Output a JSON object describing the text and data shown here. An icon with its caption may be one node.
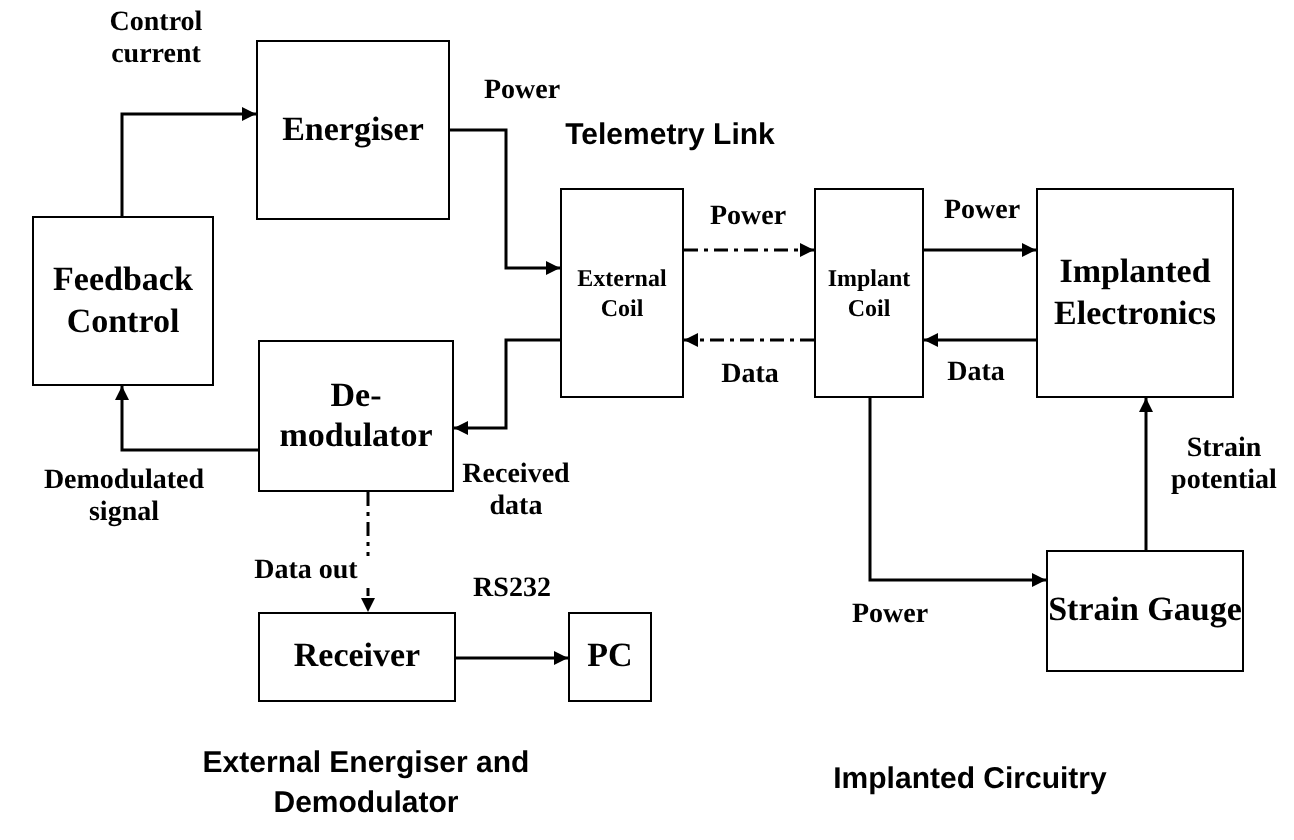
{
  "diagram": {
    "nodes": [
      {
        "text": [
          "Energiser"
        ]
      },
      {
        "text": [
          "Feedback Control"
        ]
      },
      {
        "text": [
          "External Coil"
        ]
      },
      {
        "text": [
          "Implant Coil"
        ]
      },
      {
        "text": [
          "Implanted Electronics"
        ]
      },
      {
        "text": [
          "De- modulator"
        ]
      },
      {
        "text": [
          "Receiver"
        ]
      },
      {
        "text": [
          "PC"
        ]
      },
      {
        "text": [
          "Strain Gauge"
        ]
      }
    ],
    "edges": [
      {
        "from": 1,
        "to": 0,
        "arrow": "to",
        "label": "Control current"
      },
      {
        "from": 0,
        "to": 2,
        "arrow": "to",
        "label": "Power"
      },
      {
        "from": 2,
        "to": 5,
        "arrow": "to",
        "label": "Received data"
      },
      {
        "from": 5,
        "to": 1,
        "arrow": "to",
        "label": "Demodulated signal"
      },
      {
        "from": 2,
        "to": 3,
        "arrow": "to",
        "label": "Power",
        "style": "dashed"
      },
      {
        "from": 3,
        "to": 2,
        "arrow": "to",
        "label": "Data",
        "style": "dashed"
      },
      {
        "from": 3,
        "to": 4,
        "arrow": "to",
        "label": "Power"
      },
      {
        "from": 4,
        "to": 3,
        "arrow": "to",
        "label": "Data"
      },
      {
        "from": 3,
        "to": 8,
        "arrow": "to",
        "label": "Power"
      },
      {
        "from": 8,
        "to": 4,
        "arrow": "to",
        "label": "Strain potential"
      },
      {
        "from": 5,
        "to": 6,
        "arrow": "to",
        "label": "Data out",
        "style": "dashed"
      },
      {
        "from": 6,
        "to": 7,
        "arrow": "to",
        "label": "RS232"
      }
    ],
    "labels": [
      "Telemetry Link",
      "External Energiser and Demodulator",
      "Implanted Circuitry"
    ]
  }
}
